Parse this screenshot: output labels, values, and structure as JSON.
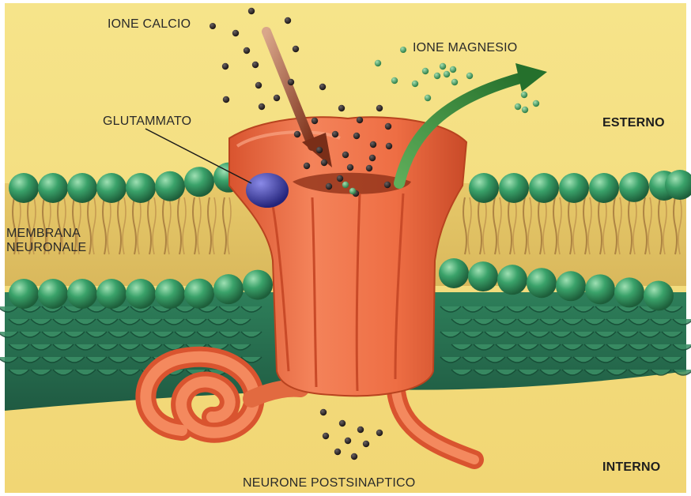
{
  "labels": {
    "calcium_ion": "IONE CALCIO",
    "magnesium_ion": "IONE MAGNESIO",
    "glutamate": "GLUTAMMATO",
    "outside": "ESTERNO",
    "membrane": "MEMBRANA\nNEURONALE",
    "inside": "INTERNO",
    "postsynaptic_neuron": "NEURONE POSTSINAPTICO"
  },
  "colors": {
    "background_outside": "#f3dd7a",
    "background_inside": "#f0d27a",
    "phospholipid_head": "#2f8f5a",
    "receptor": "#ee6e44",
    "calcium_dot": "#2b2424",
    "magnesium_dot": "#3a9a5c",
    "calcium_arrow": "#8a3a22",
    "magnesium_arrow": "#2f7a36",
    "glutamate": "#3a3aa8"
  }
}
